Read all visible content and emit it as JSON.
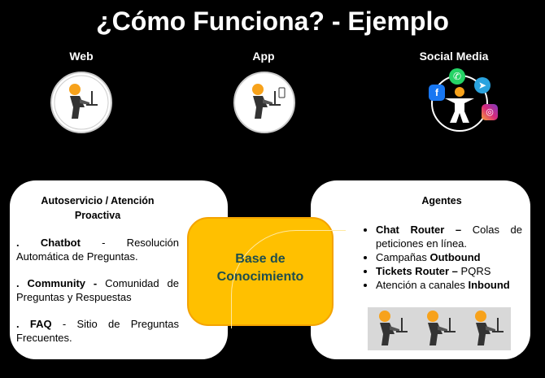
{
  "title": "¿Cómo Funciona? - Ejemplo",
  "channels": [
    {
      "label": "Web"
    },
    {
      "label": "App"
    },
    {
      "label": "Social Media",
      "icons": [
        "facebook-icon",
        "whatsapp-icon",
        "telegram-icon",
        "instagram-icon"
      ]
    }
  ],
  "left_box": {
    "heading_line1": "Autoservicio / Atención",
    "heading_line2": "Proactiva",
    "items": [
      {
        "prefix": ". ",
        "bold": "Chatbot",
        "text": " - Resolución Automática de Preguntas."
      },
      {
        "prefix": ". ",
        "bold": "Community -",
        "text": " Comunidad de Preguntas y Respuestas"
      },
      {
        "prefix": ". ",
        "bold": "FAQ",
        "text": " - Sitio de Preguntas Frecuentes."
      }
    ]
  },
  "center": {
    "line1": "Base de",
    "line2": "Conocimiento"
  },
  "right_box": {
    "heading": "Agentes",
    "items": [
      {
        "bold": "Chat Router –",
        "text": " Colas de peticiones en línea."
      },
      {
        "text": "Campañas ",
        "bold2": "Outbound"
      },
      {
        "bold": "Tickets Router –",
        "text": " PQRS"
      },
      {
        "text": "Atención a canales ",
        "bold2": "Inbound"
      }
    ]
  },
  "colors": {
    "accent": "#FFC000",
    "center_text": "#1E4E4E",
    "background": "#000000"
  }
}
